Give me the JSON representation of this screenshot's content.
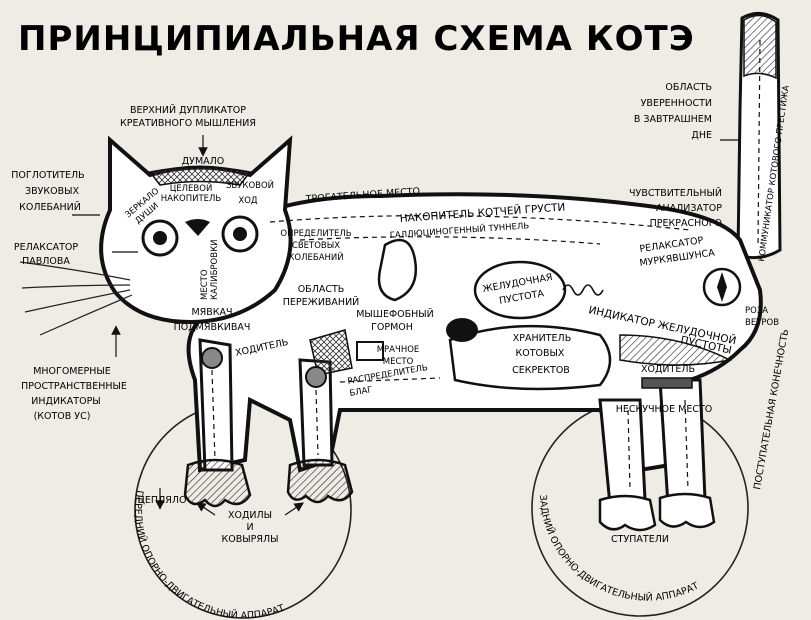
{
  "title": "ПРИНЦИПИАЛЬНАЯ СХЕМА КОТЭ",
  "labels": {
    "top_duplicator_1": "ВЕРХНИЙ ДУПЛИКАТОР",
    "top_duplicator_2": "КРЕАТИВНОГО МЫШЛЕНИЯ",
    "dumalo": "ДУМАЛО",
    "absorber_1": "ПОГЛОТИТЕЛЬ",
    "absorber_2": "ЗВУКОВЫХ",
    "absorber_3": "КОЛЕБАНИЙ",
    "mirror_1": "ЗЕРКАЛО",
    "mirror_2": "ДУШИ",
    "food_storage_1": "ЦЕЛЕВОЙ",
    "food_storage_2": "НАКОПИТЕЛЬ",
    "sound_1": "ЗВУКОВОЙ",
    "sound_2": "ХОД",
    "relaxator_1": "РЕЛАКСАТОР",
    "relaxator_2": "ПАВЛОВА",
    "cuteness_1": "МЕСТО",
    "cuteness_2": "КАЛИБРОВКИ",
    "light_1": "ОПРЕДЕЛИТЕЛЬ",
    "light_2": "СВЕТОВЫХ",
    "light_3": "КОЛЕБАНИЙ",
    "myavkach": "МЯВКАЧ",
    "podmyavkach": "ПОДМЯВКИВАЧ",
    "indicators_1": "МНОГОМЕРНЫЕ",
    "indicators_2": "ПРОСТРАНСТВЕННЫЕ",
    "indicators_3": "ИНДИКАТОРЫ",
    "indicators_4": "(КОТОВ УС)",
    "touch_place": "ТРОГАТЕЛЬНОЕ МЕСТО",
    "sadness": "НАКОПИТЕЛЬ КОТЧЕЙ ГРУСТИ",
    "tunnel": "ГАЛЛЮЦИНОГЕННЫЙ ТУННЕЛЬ",
    "worries_1": "ОБЛАСТЬ",
    "worries_2": "ПЕРЕЖИВАНИЙ",
    "mouse_1": "МЫШЕФОБНЫЙ",
    "mouse_2": "ГОРМОН",
    "stomach_void_1": "ЖЕЛУДОЧНАЯ",
    "stomach_void_2": "ПУСТОТА",
    "secrets_1": "ХРАНИТЕЛЬ",
    "secrets_2": "КОТОВЫХ",
    "secrets_3": "СЕКРЕКТОВ",
    "walker_front": "ХОДИТЕЛЬ",
    "tasty_1": "МРАЧНОЕ",
    "tasty_2": "МЕСТО",
    "distributor_1": "РАСПРЕДЕЛИТЕЛЬ",
    "distributor_2": "БЛАГ",
    "confidence_1": "ОБЛАСТЬ",
    "confidence_2": "УВЕРЕННОСТИ",
    "confidence_3": "В ЗАВТРАШНЕМ",
    "confidence_4": "ДНЕ",
    "commutator": "КОММУНИКАТОР КОТОВОГО ПРЕСТИЖА",
    "beauty_1": "ЧУВСТВИТЕЛЬНЫЙ",
    "beauty_2": "АНАЛИЗАТОР",
    "beauty_3": "ПРЕКРАСНОГО",
    "purr_1": "РЕЛАКСАТОР",
    "purr_2": "МУРКЯВШУНСА",
    "rose_1": "РОЗА",
    "rose_2": "ВЕТРОВ",
    "stomach_ind_1": "ИНДИКАТОР ЖЕЛУДОЧНОЙ",
    "stomach_ind_2": "ПУСТОТЫ",
    "walker_rear": "ХОДИТЕЛЬ",
    "boring": "НЕСКУЧНОЕ МЕСТО",
    "rear_limb": "ПОСТУПАТЕЛЬНАЯ КОНЕЧНОСТЬ",
    "steppers": "СТУПАТЕЛИ",
    "grabber": "ЦЕПЛЯЛО",
    "walkers_1": "ХОДИЛЫ",
    "walkers_2": "И",
    "walkers_3": "КОВЫРЯЛЫ",
    "front_apparatus": "ПЕРЕДНИЙ ОПОРНО-ДВИГАТЕЛЬНЫЙ АППАРАТ",
    "rear_apparatus": "ЗАДНИЙ ОПОРНО-ДВИГАТЕЛЬНЫЙ АППАРАТ"
  }
}
